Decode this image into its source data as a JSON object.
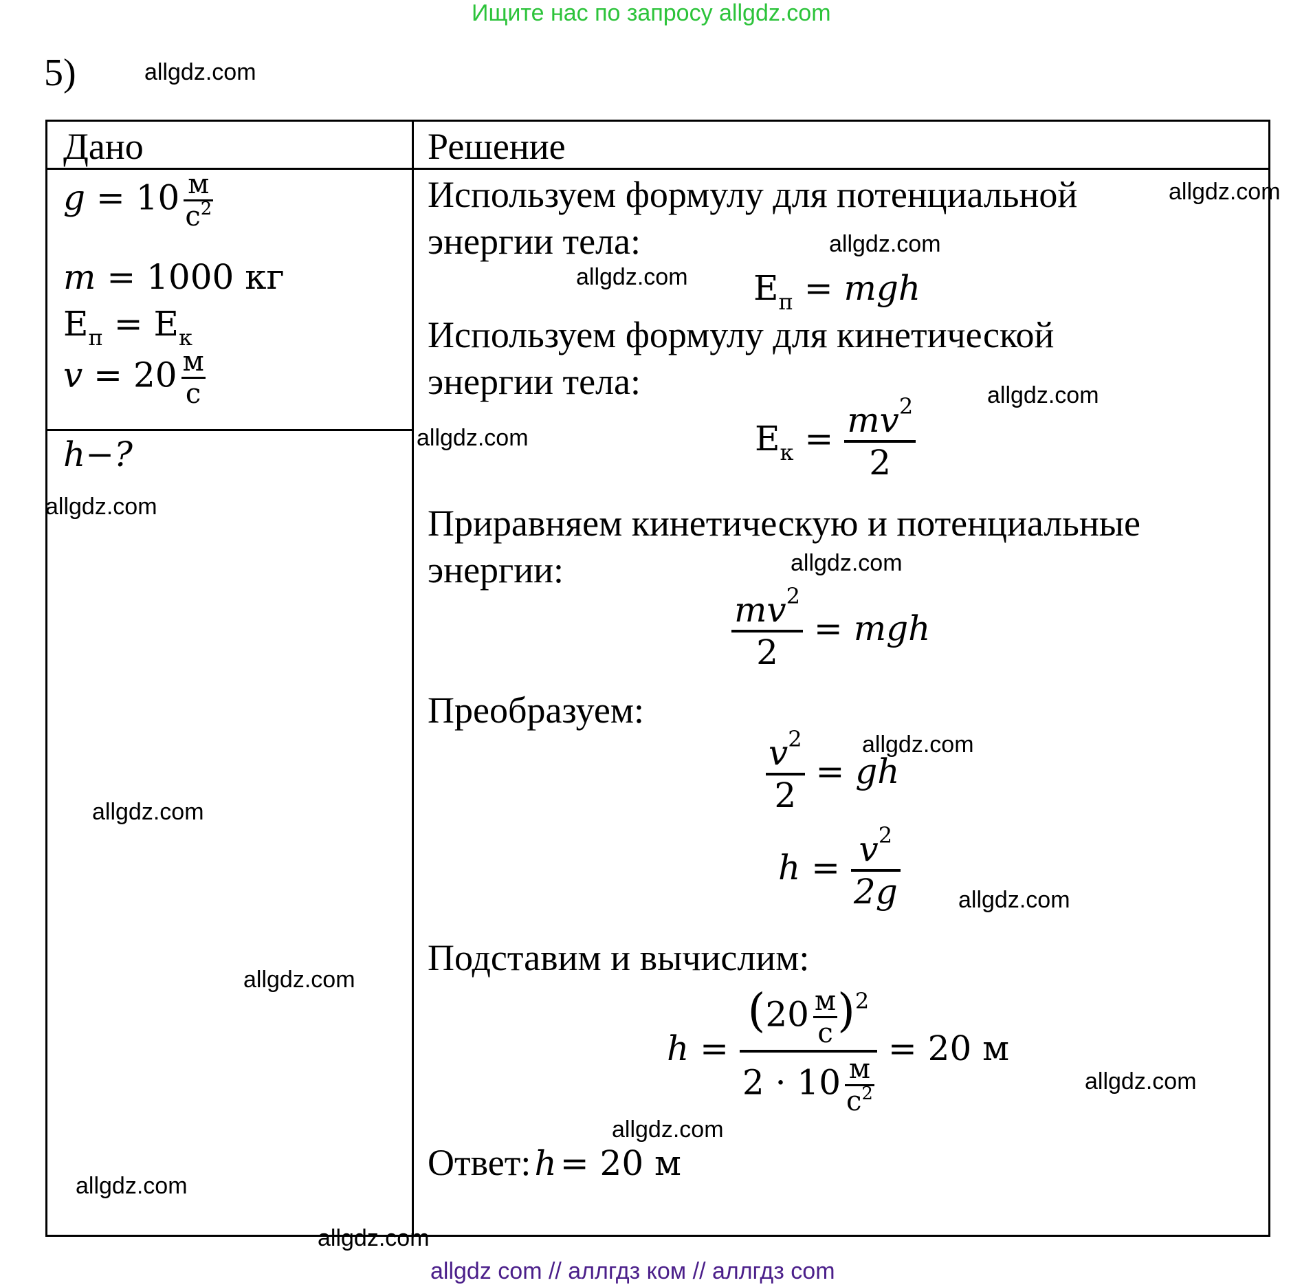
{
  "header_text": "Ищите нас по запросу allgdz.com",
  "problem_number": "5)",
  "table": {
    "given_header": "Дано",
    "solution_header": "Решение",
    "given": {
      "g_lhs": "g",
      "g_value": "10",
      "g_unit_num": "м",
      "g_unit_den": "с",
      "g_unit_den_exp": "2",
      "m_lhs": "m",
      "m_value": "1000 кг",
      "e_lhs": "E",
      "e_lhs_sub": "п",
      "e_rhs": "E",
      "e_rhs_sub": "к",
      "v_lhs": "v",
      "v_value": "20",
      "v_unit_num": "м",
      "v_unit_den": "с"
    },
    "find": "h−?"
  },
  "solution": {
    "step1_line1": "Используем формулу для потенциальной",
    "step1_line2": "энергии тела:",
    "formula1": {
      "lhs": "E",
      "lhs_sub": "п",
      "rhs": "mgh"
    },
    "step2_line1": "Используем формулу для кинетической",
    "step2_line2": "энергии тела:",
    "formula2": {
      "lhs": "E",
      "lhs_sub": "к",
      "num": "mv",
      "num_exp": "2",
      "den": "2"
    },
    "step3_line1": "Приравняем кинетическую и потенциальные",
    "step3_line2": "энергии:",
    "formula3": {
      "num": "mv",
      "num_exp": "2",
      "den": "2",
      "rhs": "mgh"
    },
    "step4": "Преобразуем:",
    "formula4": {
      "num": "v",
      "num_exp": "2",
      "den": "2",
      "rhs": "gh"
    },
    "formula5": {
      "lhs": "h",
      "num": "v",
      "num_exp": "2",
      "den": "2g"
    },
    "step5": "Подставим и вычислим:",
    "formula6": {
      "lhs": "h",
      "num_value": "20",
      "num_unit_num": "м",
      "num_unit_den": "с",
      "num_exp": "2",
      "den_value": "2 · 10",
      "den_unit_num": "м",
      "den_unit_den": "с",
      "den_unit_exp": "2",
      "result": "= 20 м"
    },
    "answer_label": "Ответ:",
    "answer_var": "h",
    "answer_value": "= 20 м"
  },
  "watermark": "allgdz.com",
  "footer_text": "allgdz com  //  аллгдз ком  //  аллгдз com"
}
